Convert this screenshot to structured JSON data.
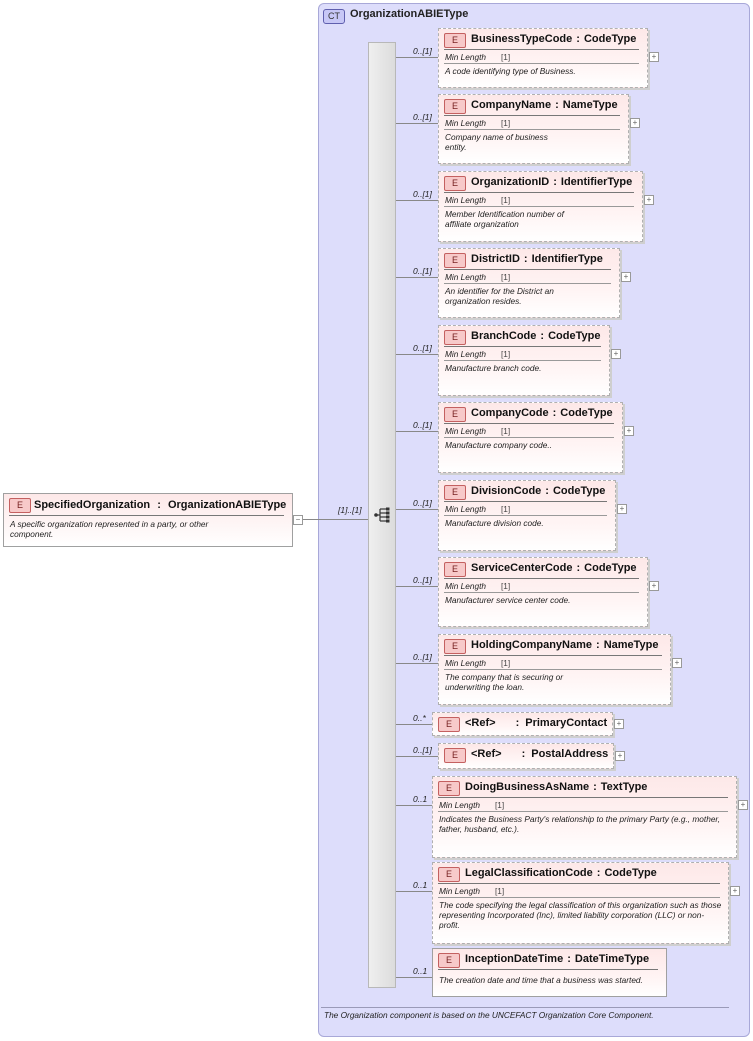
{
  "complex_type": {
    "badge": "CT",
    "name": "OrganizationABIEType",
    "footer": "The Organization component is based on the UNCEFACT Organization Core Component."
  },
  "root": {
    "badge": "E",
    "name": "SpecifiedOrganization",
    "type": "OrganizationABIEType",
    "doc": "A specific organization represented in a party, or other component.",
    "multiplicity": "[1]..[1]",
    "collapse": "−"
  },
  "facet_label": "Min Length",
  "facet_value": "[1]",
  "elements": [
    {
      "badge": "E",
      "name": "BusinessTypeCode",
      "type": "CodeType",
      "mult": "0..[1]",
      "doc": "A code identifying type of Business.",
      "expander": "+"
    },
    {
      "badge": "E",
      "name": "CompanyName",
      "type": "NameType",
      "mult": "0..[1]",
      "doc": "Company name of business entity.",
      "expander": "+"
    },
    {
      "badge": "E",
      "name": "OrganizationID",
      "type": "IdentifierType",
      "mult": "0..[1]",
      "doc": "Member Identification number of affiliate organization",
      "expander": "+"
    },
    {
      "badge": "E",
      "name": "DistrictID",
      "type": "IdentifierType",
      "mult": "0..[1]",
      "doc": "An identifier for the District an organization resides.",
      "expander": "+"
    },
    {
      "badge": "E",
      "name": "BranchCode",
      "type": "CodeType",
      "mult": "0..[1]",
      "doc": "Manufacture branch code.",
      "expander": "+"
    },
    {
      "badge": "E",
      "name": "CompanyCode",
      "type": "CodeType",
      "mult": "0..[1]",
      "doc": "Manufacture company code..",
      "expander": "+"
    },
    {
      "badge": "E",
      "name": "DivisionCode",
      "type": "CodeType",
      "mult": "0..[1]",
      "doc": "Manufacture division code.",
      "expander": "+"
    },
    {
      "badge": "E",
      "name": "ServiceCenterCode",
      "type": "CodeType",
      "mult": "0..[1]",
      "doc": "Manufacturer service center code.",
      "expander": "+"
    },
    {
      "badge": "E",
      "name": "HoldingCompanyName",
      "type": "NameType",
      "mult": "0..[1]",
      "doc": "The company that is securing or underwriting the loan.",
      "expander": "+"
    },
    {
      "badge": "E",
      "name": "<Ref>",
      "type": "PrimaryContact",
      "mult": "0..*",
      "doc": "",
      "expander": "+"
    },
    {
      "badge": "E",
      "name": "<Ref>",
      "type": "PostalAddress",
      "mult": "0..[1]",
      "doc": "",
      "expander": "+"
    },
    {
      "badge": "E",
      "name": "DoingBusinessAsName",
      "type": "TextType",
      "mult": "0..1",
      "doc": "Indicates the Business Party's relationship to the primary Party (e.g., mother, father, husband, etc.).",
      "expander": "+"
    },
    {
      "badge": "E",
      "name": "LegalClassificationCode",
      "type": "CodeType",
      "mult": "0..1",
      "doc": "The code specifying the legal classification of this organization such as those representing Incorporated (Inc), limited liability corporation (LLC) or non-profit.",
      "expander": "+"
    },
    {
      "badge": "E",
      "name": "InceptionDateTime",
      "type": "DateTimeType",
      "mult": "0..1",
      "doc": "The creation date and time that a business was started.",
      "expander": ""
    }
  ],
  "separator": ":"
}
